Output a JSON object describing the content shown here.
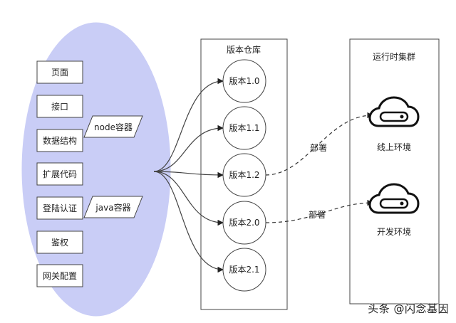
{
  "left_items": [
    "页面",
    "接口",
    "数据结构",
    "扩展代码",
    "登陆认证",
    "鉴权",
    "网关配置"
  ],
  "containers": [
    "node容器",
    "java容器"
  ],
  "repo": {
    "title": "版本仓库",
    "versions": [
      "版本1.0",
      "版本1.1",
      "版本1.2",
      "版本2.0",
      "版本2.1"
    ]
  },
  "cluster": {
    "title": "运行时集群",
    "environments": [
      "线上环境",
      "开发环境"
    ]
  },
  "edge_label": "部署",
  "watermark": "头条 @闪念基因",
  "colors": {
    "ellipse_fill": "#c9cdf6",
    "stroke": "#444444",
    "icon": "#111111"
  },
  "icons": [
    "cloud-server-icon",
    "cloud-server-icon"
  ]
}
